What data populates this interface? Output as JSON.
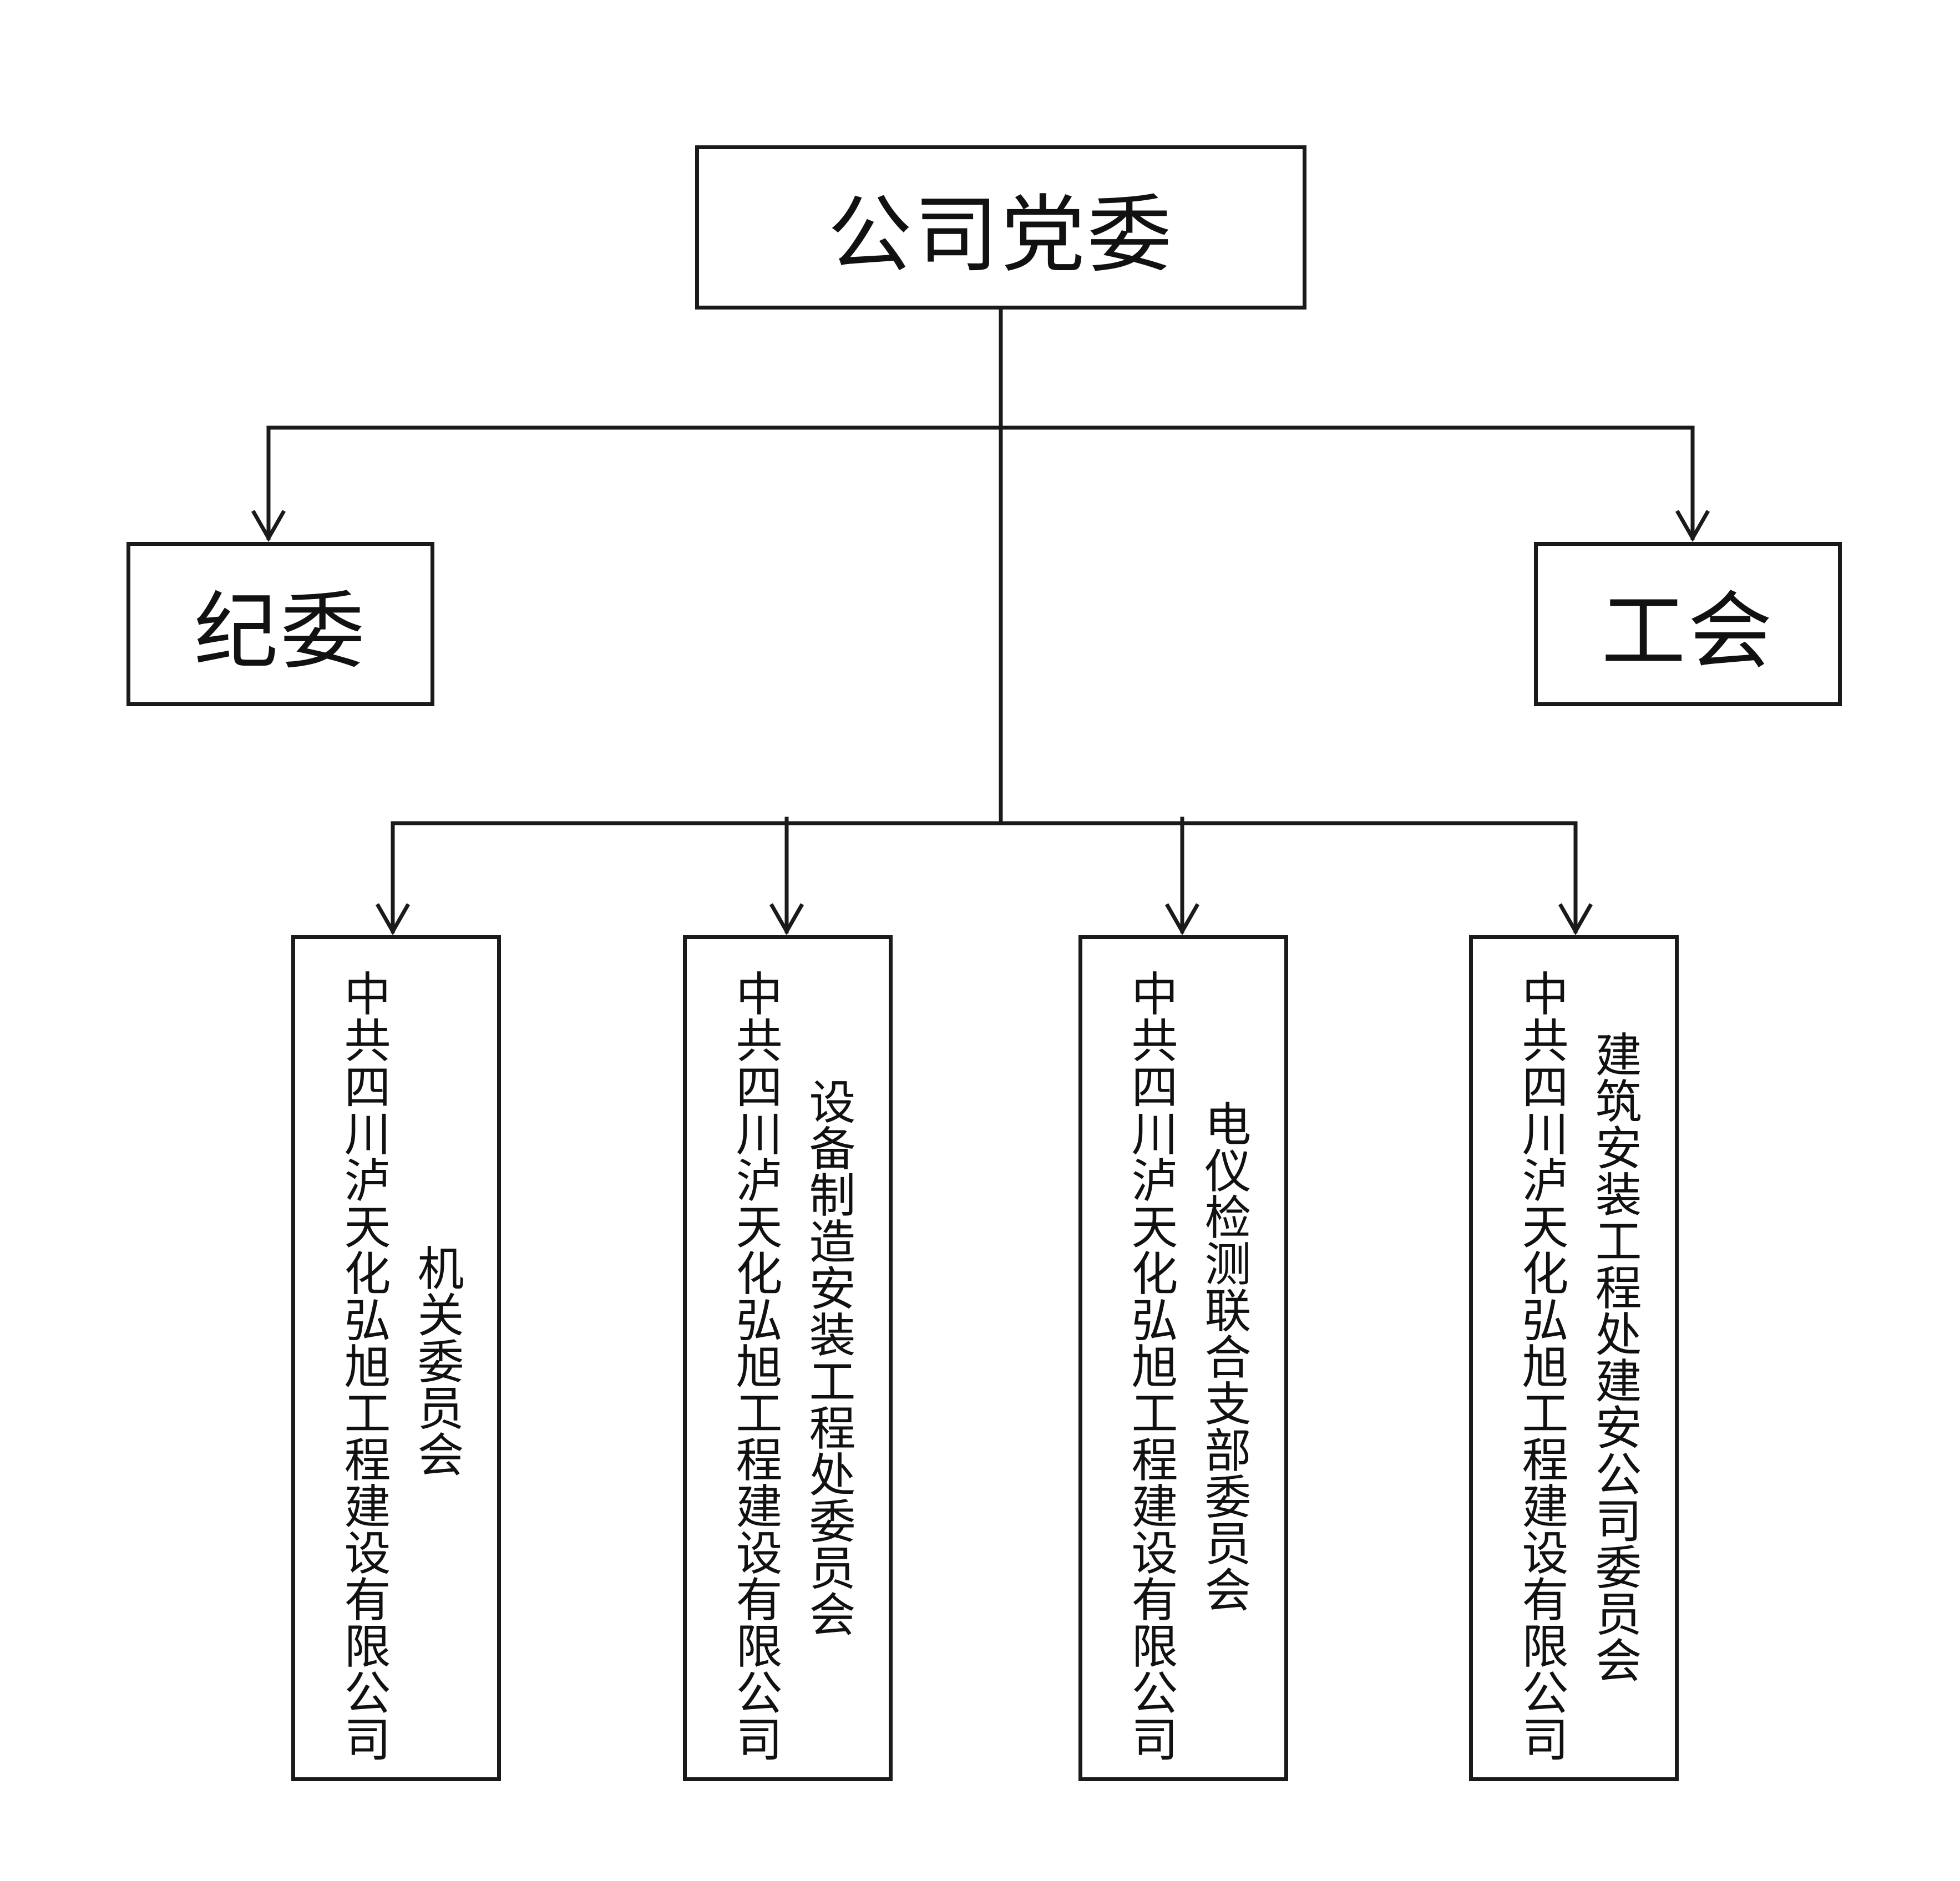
{
  "root": {
    "label": "公司党委"
  },
  "level2": [
    {
      "id": "jiwei",
      "label": "纪委"
    },
    {
      "id": "gonghui",
      "label": "工会"
    }
  ],
  "branches": [
    {
      "id": "b1",
      "company": "中共四川泸天化弘旭工程建设有限公司",
      "committee": "机关委员会"
    },
    {
      "id": "b2",
      "company": "中共四川泸天化弘旭工程建设有限公司",
      "committee": "设备制造安装工程处委员会"
    },
    {
      "id": "b3",
      "company": "中共四川泸天化弘旭工程建设有限公司",
      "committee": "电仪检测联合支部委员会"
    },
    {
      "id": "b4",
      "company": "中共四川泸天化弘旭工程建设有限公司",
      "committee": "建筑安装工程处建安公司委员会"
    }
  ]
}
